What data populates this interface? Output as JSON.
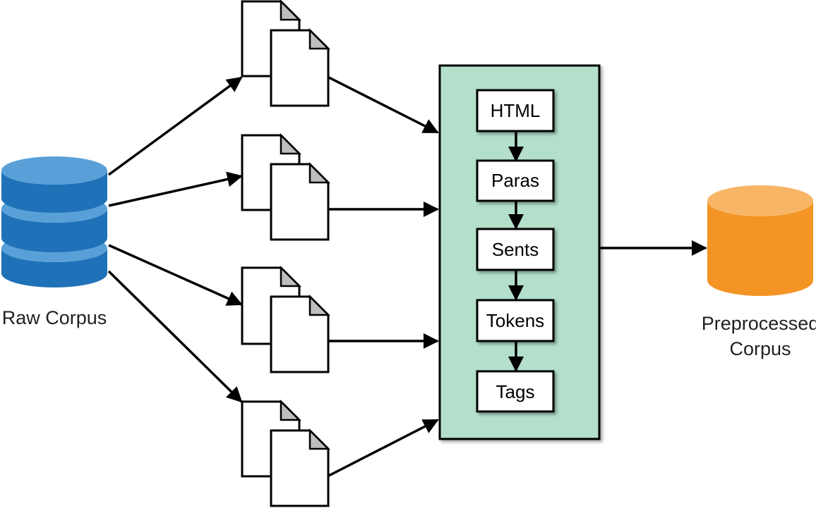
{
  "source": {
    "label": "Raw Corpus",
    "color_top": "#5aa0d8",
    "color_body": "#1f72b8",
    "color_dark": "#15588f"
  },
  "pipeline": {
    "fill": "#b3dfcb",
    "stages": [
      "HTML",
      "Paras",
      "Sents",
      "Tokens",
      "Tags"
    ]
  },
  "output": {
    "label_line1": "Preprocessed",
    "label_line2": "Corpus",
    "color_top": "#f7b565",
    "color_body": "#f39425"
  },
  "document_groups": 4
}
